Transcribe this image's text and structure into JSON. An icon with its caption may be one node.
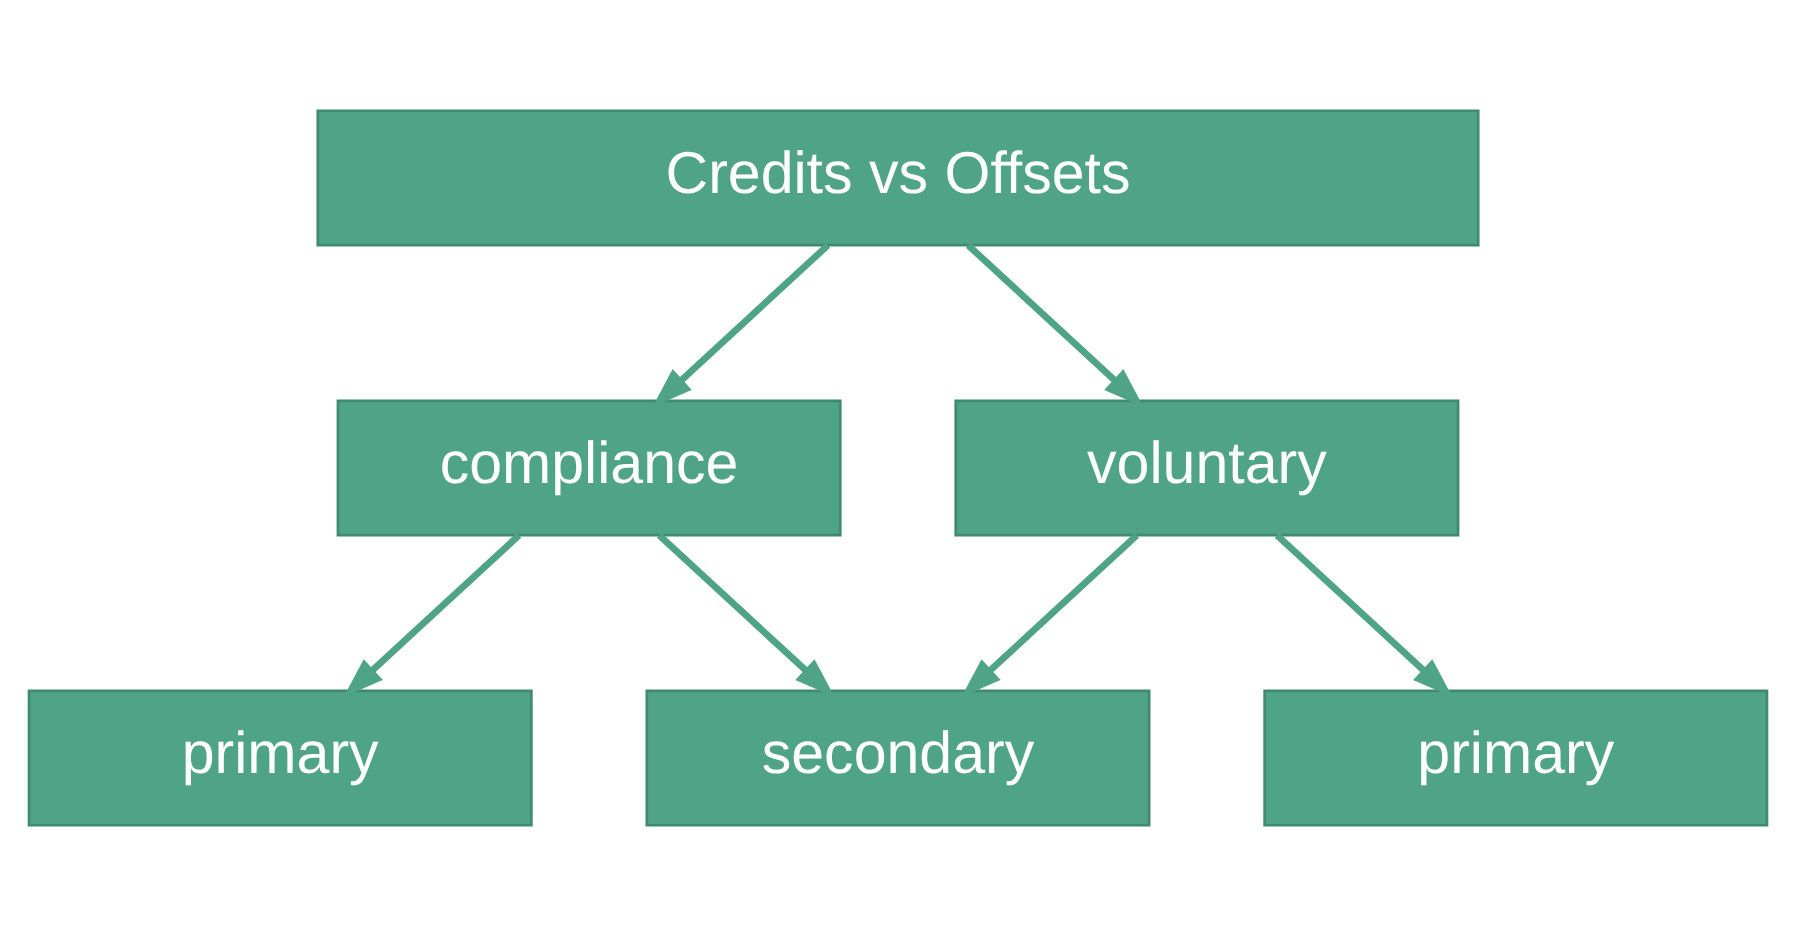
{
  "diagram": {
    "nodes": [
      {
        "text": [
          "Credits vs Offsets"
        ]
      },
      {
        "text": [
          "compliance"
        ]
      },
      {
        "text": [
          "voluntary"
        ]
      },
      {
        "text": [
          "primary"
        ]
      },
      {
        "text": [
          "secondary"
        ]
      },
      {
        "text": [
          "primary"
        ]
      }
    ],
    "edges": [
      {
        "from": 0,
        "to": 1,
        "arrow": "to"
      },
      {
        "from": 0,
        "to": 2,
        "arrow": "to"
      },
      {
        "from": 1,
        "to": 3,
        "arrow": "to"
      },
      {
        "from": 1,
        "to": 4,
        "arrow": "to"
      },
      {
        "from": 2,
        "to": 4,
        "arrow": "to"
      },
      {
        "from": 2,
        "to": 5,
        "arrow": "to"
      }
    ]
  }
}
